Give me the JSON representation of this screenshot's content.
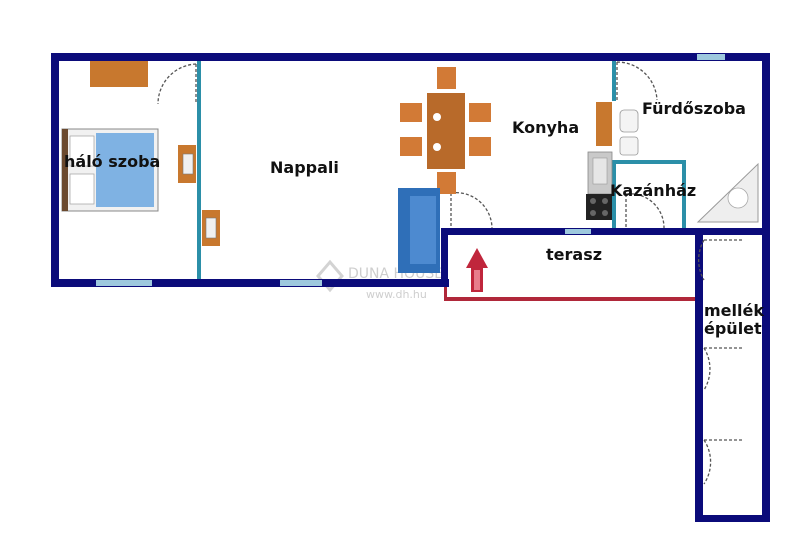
{
  "rooms": {
    "bedroom": "háló szoba",
    "living": "Nappali",
    "kitchen": "Konyha",
    "bathroom": "Fürdőszoba",
    "boiler": "Kazánház",
    "terrace": "terasz",
    "annex_line1": "mellék",
    "annex_line2": "épület"
  },
  "watermark": {
    "brand": "DUNA HOUSE",
    "url": "www.dh.hu"
  },
  "colors": {
    "outer_wall": "#0b0b7a",
    "inner_wall": "#2b8fa8",
    "window": "#9ec9de",
    "furniture_wood": "#c8782e",
    "table_wood": "#b86a2a",
    "bed_blue": "#7fb2e3",
    "sofa_blue": "#2f6fb8",
    "terrace_edge": "#b0283a",
    "arrow": "#c0263c"
  }
}
